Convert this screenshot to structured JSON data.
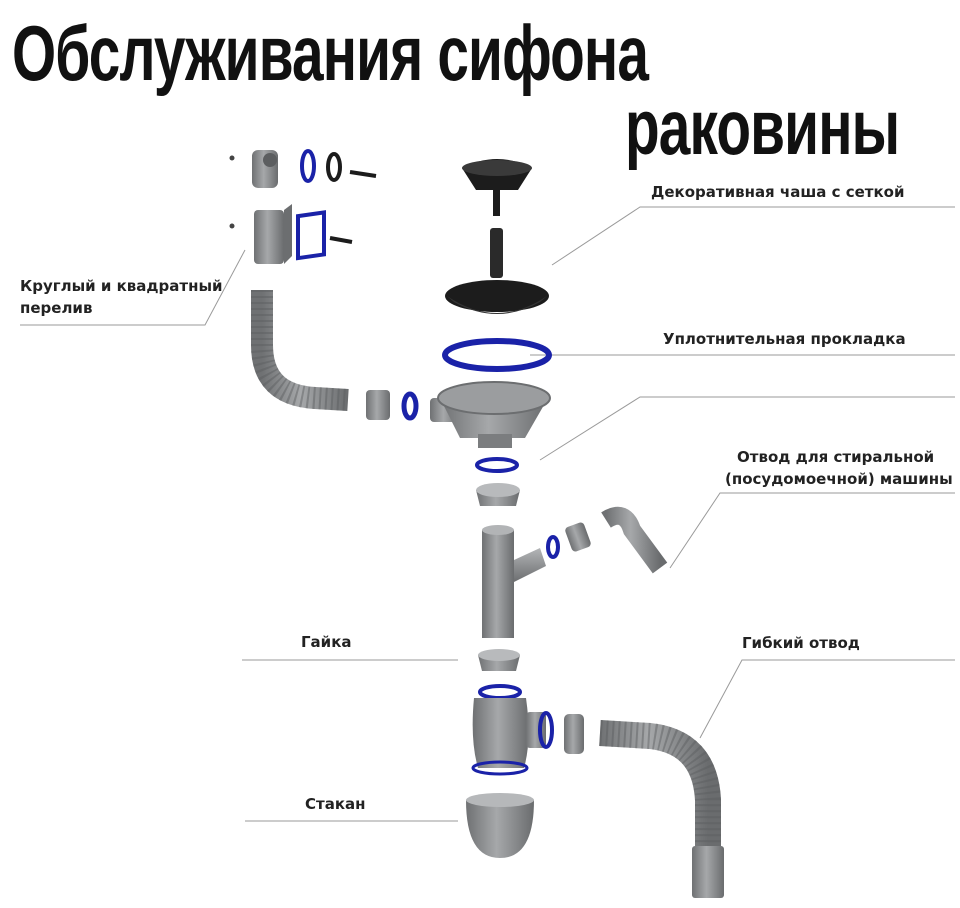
{
  "title": {
    "line1": "Обслуживания сифона",
    "line2": "раковины"
  },
  "labels": {
    "overflow_line1": "Круглый и квадратный",
    "overflow_line2": "перелив",
    "decorative_bowl": "Декоративная чаша с сеткой",
    "gasket": "Уплотнительная прокладка",
    "washer_outlet_line1": "Отвод для стиральной",
    "washer_outlet_line2": "(посудомоечной) машины",
    "nut": "Гайка",
    "flexible_outlet": "Гибкий отвод",
    "cup": "Стакан"
  },
  "colors": {
    "gray_part": "#8e9092",
    "gray_dark": "#5c5e60",
    "blue_seal": "#1a22a8",
    "black_part": "#1c1c1c",
    "leader_line": "#9a9a9a"
  }
}
